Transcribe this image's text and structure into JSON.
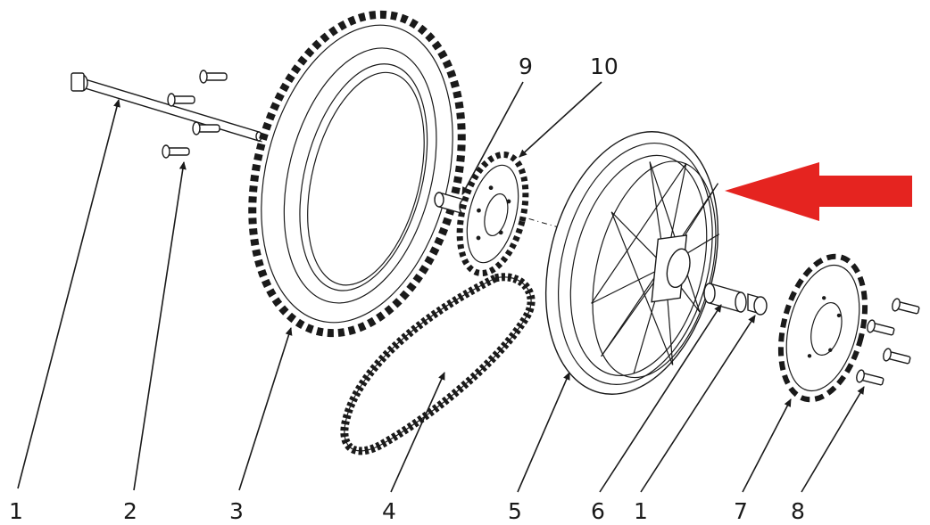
{
  "labels": {
    "axle": "1",
    "bolt": "2",
    "tire": "3",
    "chain": "4",
    "rim": "5",
    "spacer": "6",
    "nut": "1",
    "disc": "7",
    "disc_bolts": "8",
    "spacer_small": "9",
    "sprocket": "10"
  },
  "colors": {
    "arrow": "#e52420",
    "line": "#1a1a1a"
  }
}
